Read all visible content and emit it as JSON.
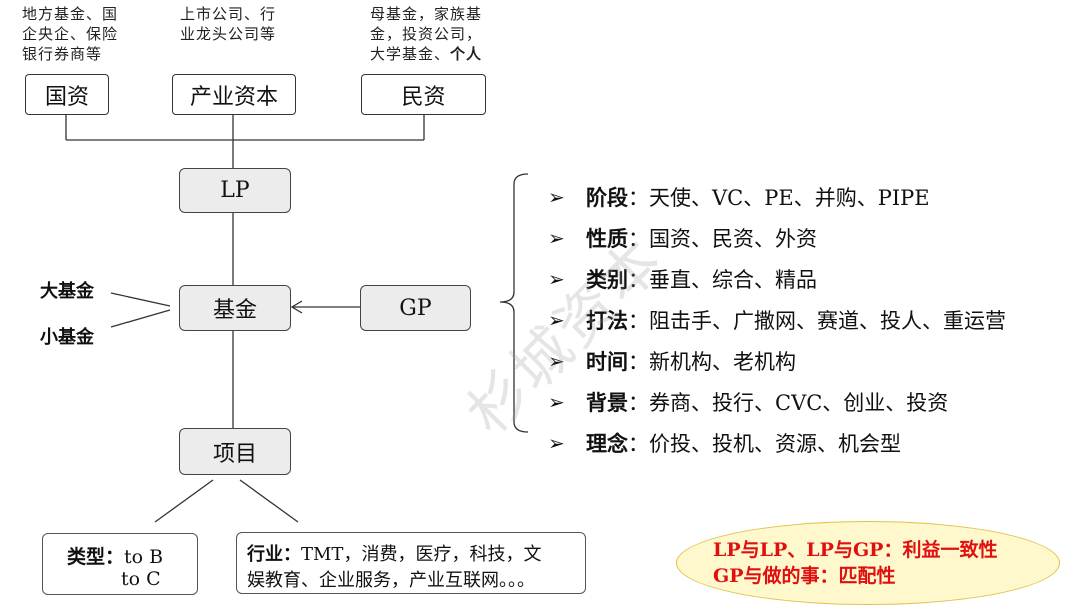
{
  "top_notes": {
    "left": [
      "地方基金、国",
      "企央企、保险",
      "银行券商等"
    ],
    "middle": [
      "上市公司、行",
      "业龙头公司等"
    ],
    "right": [
      "母基金，家族基",
      "金，投资公司，",
      "大学基金、"
    ],
    "right_bold_tail": "个人"
  },
  "sources": {
    "guozi": "国资",
    "chanye": "产业资本",
    "minzi": "民资"
  },
  "nodes": {
    "lp": "LP",
    "fund": "基金",
    "gp": "GP",
    "project": "项目"
  },
  "fund_sizes": {
    "large": "大基金",
    "small": "小基金"
  },
  "gp_attributes": [
    {
      "label": "阶段",
      "text": "：天使、VC、PE、并购、PIPE"
    },
    {
      "label": "性质",
      "text": "：国资、民资、外资"
    },
    {
      "label": "类别",
      "text": "：垂直、综合、精品"
    },
    {
      "label": "打法",
      "text": "：阻击手、广撒网、赛道、投人、重运营"
    },
    {
      "label": "时间",
      "text": "：新机构、老机构"
    },
    {
      "label": "背景",
      "text": "：券商、投行、CVC、创业、投资"
    },
    {
      "label": "理念",
      "text": "：价投、投机、资源、机会型"
    }
  ],
  "arrow_glyph": "➢",
  "project_type": {
    "label": "类型：",
    "line1": "to B",
    "line2": "to C"
  },
  "industry": {
    "label": "行业：",
    "text1": "TMT，消费，医疗，科技，文",
    "line2": "娱教育、企业服务，产业互联网。。。"
  },
  "consistency": {
    "line1": "LP与LP、LP与GP：利益一致性",
    "line2": "GP与做的事：匹配性"
  },
  "watermark": "杉城资本",
  "colors": {
    "box_grey": "#ececec",
    "highlight_red": "#e01010",
    "ellipse_fill": "#fff8cc"
  }
}
